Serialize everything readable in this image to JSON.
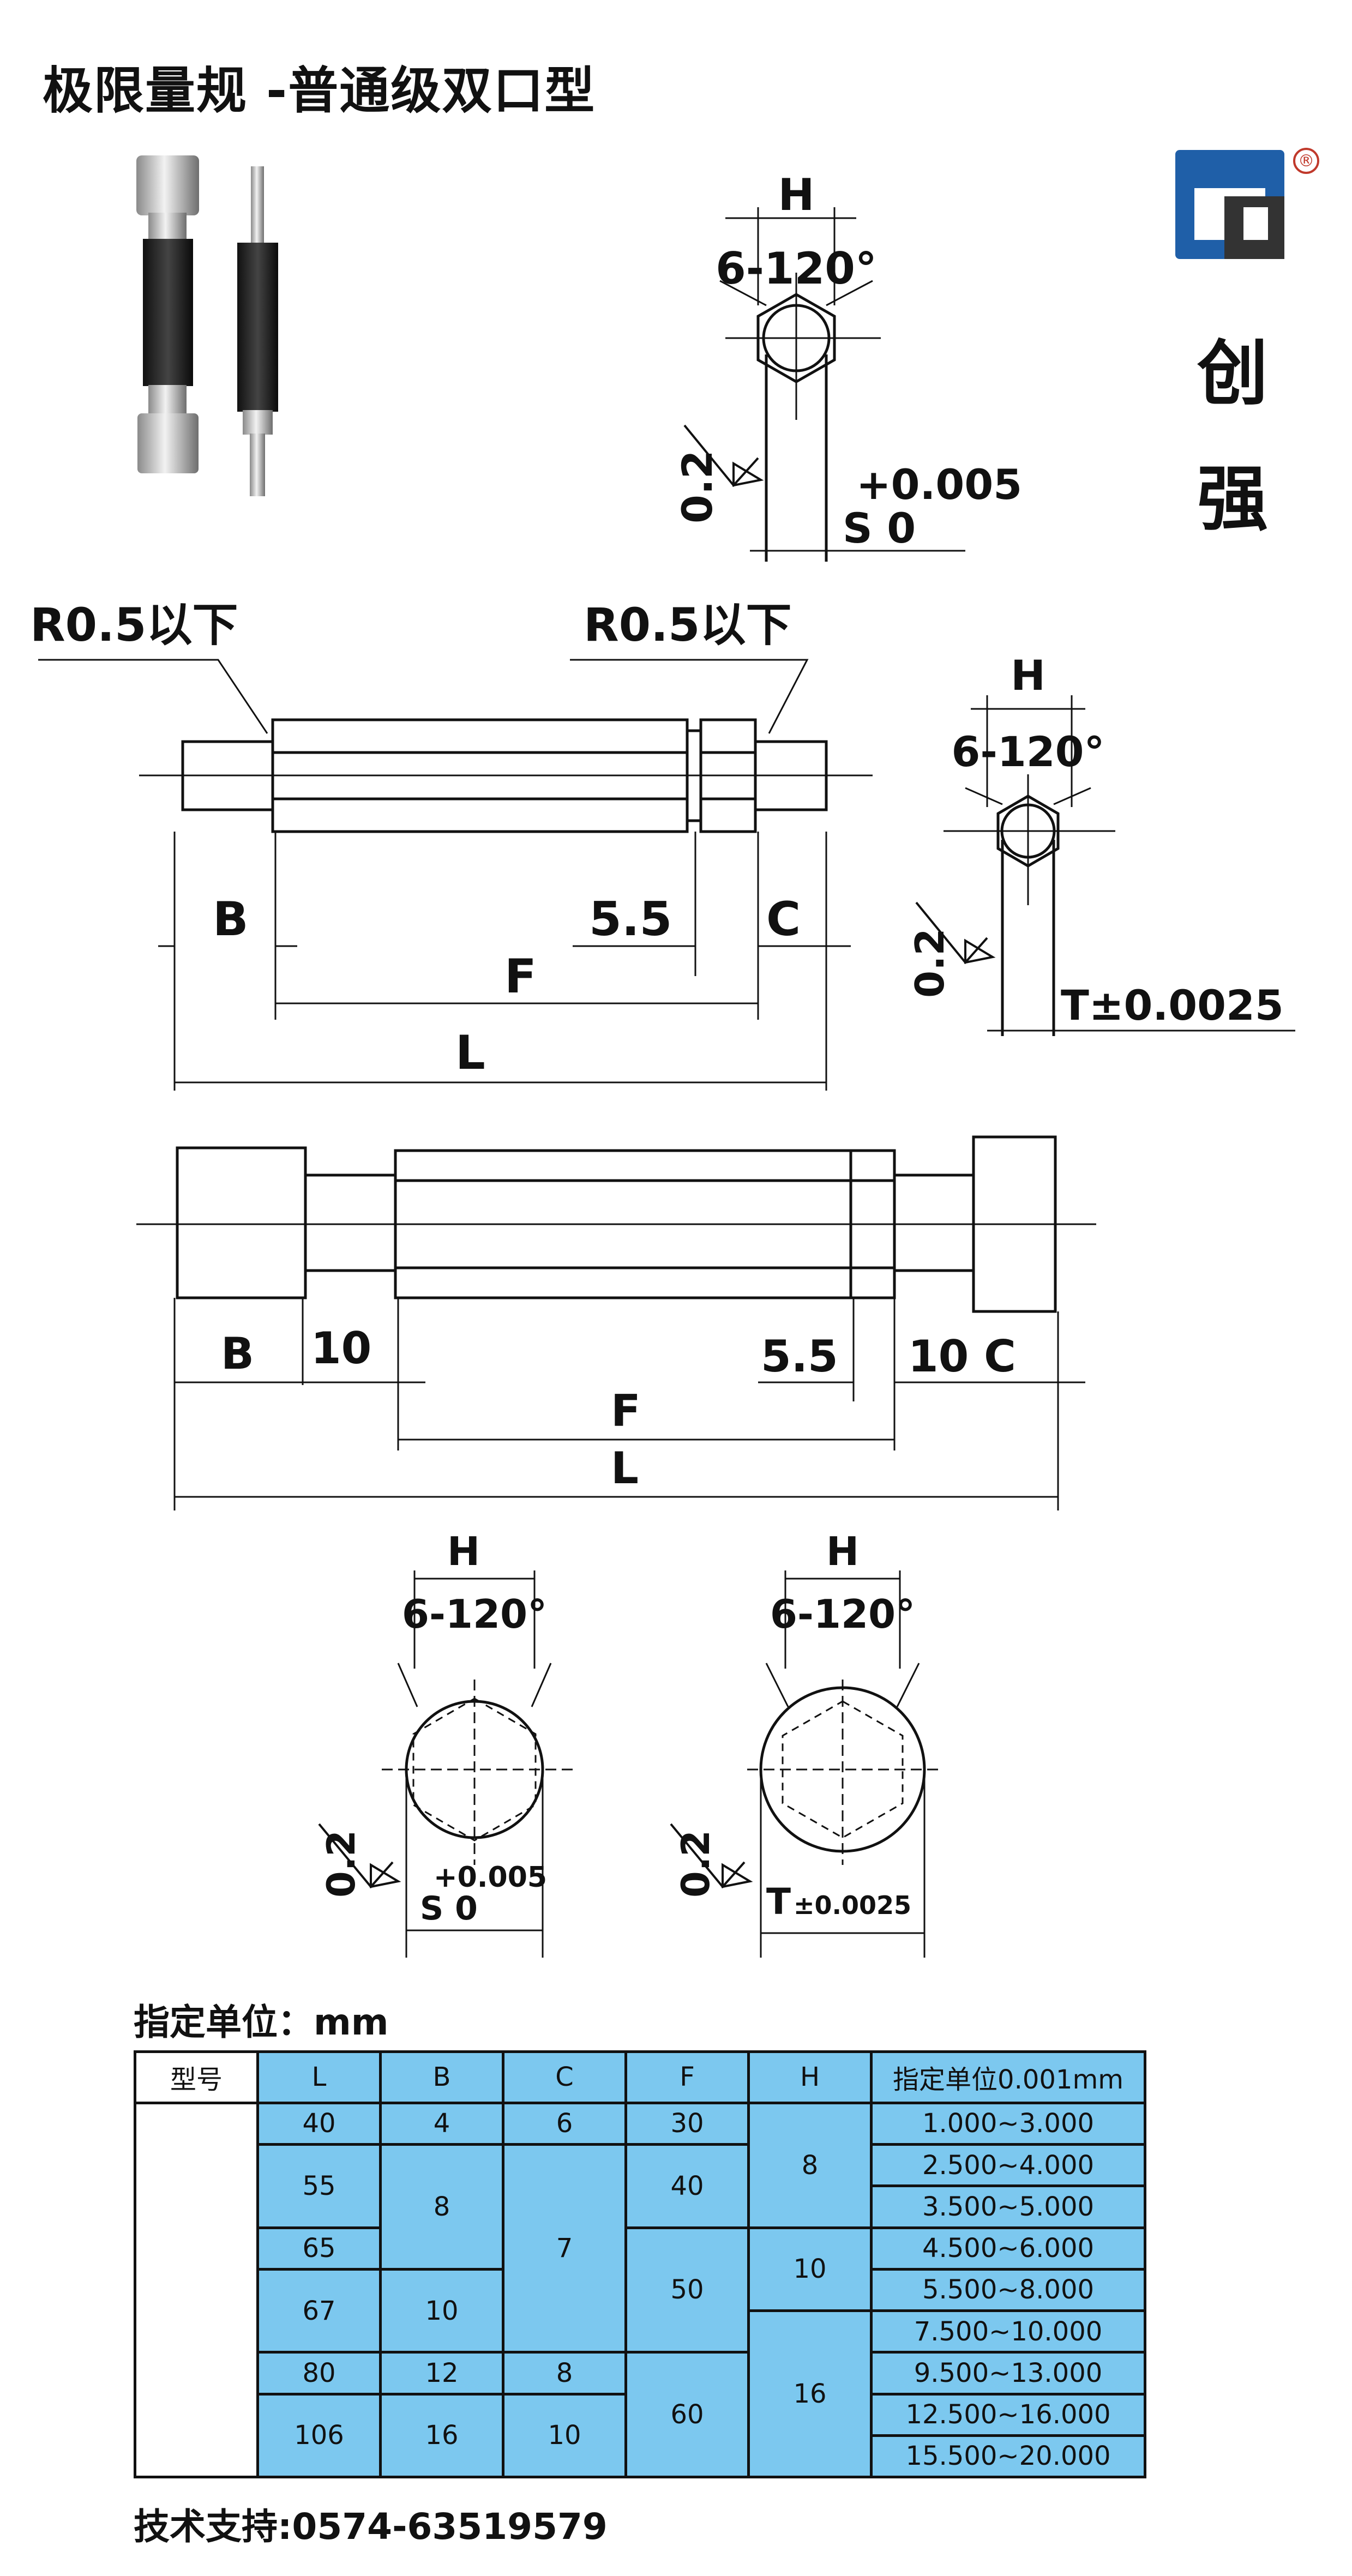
{
  "title": "极限量规 -普通级双口型",
  "brand": {
    "line1": "创",
    "line2": "强",
    "registered": "®"
  },
  "drawings": {
    "top_section": {
      "h": "H",
      "angle": "6-120°",
      "chamfer": "0.2",
      "tol": "+0.005",
      "dim": "S 0"
    },
    "shaft1": {
      "radius_left": "R0.5以下",
      "radius_right": "R0.5以下",
      "b": "B",
      "step": "5.5",
      "c": "C",
      "f": "F",
      "l": "L"
    },
    "side_section": {
      "h": "H",
      "angle": "6-120°",
      "chamfer": "0.2",
      "tol": "T±0.0025"
    },
    "shaft2": {
      "b": "B",
      "ten_left": "10",
      "step": "5.5",
      "ten_right": "10 C",
      "f": "F",
      "l": "L"
    },
    "bottom_left": {
      "h": "H",
      "angle": "6-120°",
      "chamfer": "0.2",
      "tol": "+0.005",
      "dim": "S 0"
    },
    "bottom_right": {
      "h": "H",
      "angle": "6-120°",
      "chamfer": "0.2",
      "tol": "T",
      "tol_value": "±0.0025"
    }
  },
  "unit_label": "指定单位：mm",
  "table": {
    "headers": [
      "型号",
      "L",
      "B",
      "C",
      "F",
      "H",
      "指定单位0.001mm"
    ],
    "L": [
      "40",
      "55",
      "65",
      "67",
      "80",
      "106"
    ],
    "B": [
      "4",
      "8",
      "10",
      "12",
      "16"
    ],
    "C": [
      "6",
      "7",
      "8",
      "10"
    ],
    "F": [
      "30",
      "40",
      "50",
      "60"
    ],
    "H": [
      "8",
      "10",
      "16"
    ],
    "ranges": [
      "1.000~3.000",
      "2.500~4.000",
      "3.500~5.000",
      "4.500~6.000",
      "5.500~8.000",
      "7.500~10.000",
      "9.500~13.000",
      "12.500~16.000",
      "15.500~20.000"
    ]
  },
  "support": "技术支持:0574-63519579",
  "colors": {
    "table_fill": "#7cc8ef",
    "logo_blue": "#1f5fa8",
    "logo_dark": "#333333"
  }
}
